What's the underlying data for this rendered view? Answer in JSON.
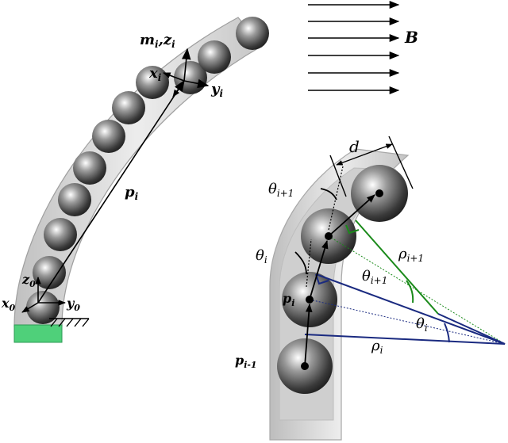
{
  "left_frame": {
    "m_z": "m",
    "m_z_sub": "i",
    "m_z_sep": ",z",
    "m_z_sub2": "i",
    "x_i": "x",
    "x_i_sub": "i",
    "y_i": "y",
    "y_i_sub": "i",
    "p_i": "p",
    "p_i_sub": "i",
    "z_0": "z",
    "z_0_sub": "0",
    "x_0": "x",
    "x_0_sub": "0",
    "y_0": "y",
    "y_0_sub": "0"
  },
  "field": {
    "B": "B"
  },
  "right_detail": {
    "d": "d",
    "theta_ip1": "θ",
    "theta_ip1_sub": "i+1",
    "theta_i": "θ",
    "theta_i_sub": "i",
    "p_i": "p",
    "p_i_sub": "i",
    "p_im1": "p",
    "p_im1_sub": "i-1",
    "rho_ip1": "ρ",
    "rho_ip1_sub": "i+1",
    "theta_ip1_angle": "θ",
    "theta_ip1_angle_sub": "i+1",
    "theta_i_angle": "θ",
    "theta_i_angle_sub": "i",
    "rho_i": "ρ",
    "rho_i_sub": "i"
  },
  "colors": {
    "green_line": "#1a8a1a",
    "navy_line": "#1a2a80",
    "tube_fill": "#d8d8d8",
    "base_green": "#4fd07a"
  }
}
